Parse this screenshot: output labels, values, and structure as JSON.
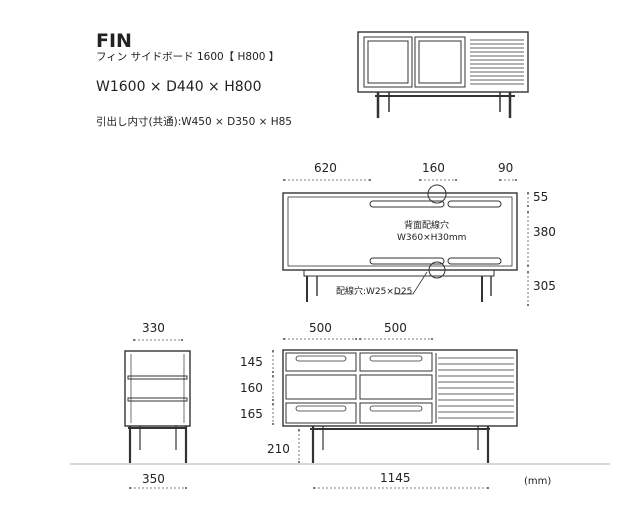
{
  "product": {
    "title": "FIN",
    "subtitle": "フィン サイドボード 1600【 H800 】",
    "overall_dims": "W1600 × D440 × H800",
    "drawer_dims": "引出し内寸(共通):W450 × D350 × H85"
  },
  "back_view": {
    "dim_left": "620",
    "dim_mid": "160",
    "dim_right": "90",
    "dim_top_gap": "55",
    "dim_panel_height": "380",
    "dim_leg": "305",
    "opening_label_1": "背面配線穴",
    "opening_label_2": "W360×H30mm",
    "hole_label": "配線穴:W25×D25"
  },
  "side_view": {
    "dim_depth_top": "330",
    "dim_depth_base": "350"
  },
  "front_view": {
    "dim_drawer_w1": "500",
    "dim_drawer_w2": "500",
    "dim_row1": "145",
    "dim_row2": "160",
    "dim_row3": "165",
    "dim_leg_height": "210",
    "dim_base_width": "1145"
  },
  "unit_label": "(mm)",
  "colors": {
    "line": "#333333",
    "dim": "#555555"
  }
}
